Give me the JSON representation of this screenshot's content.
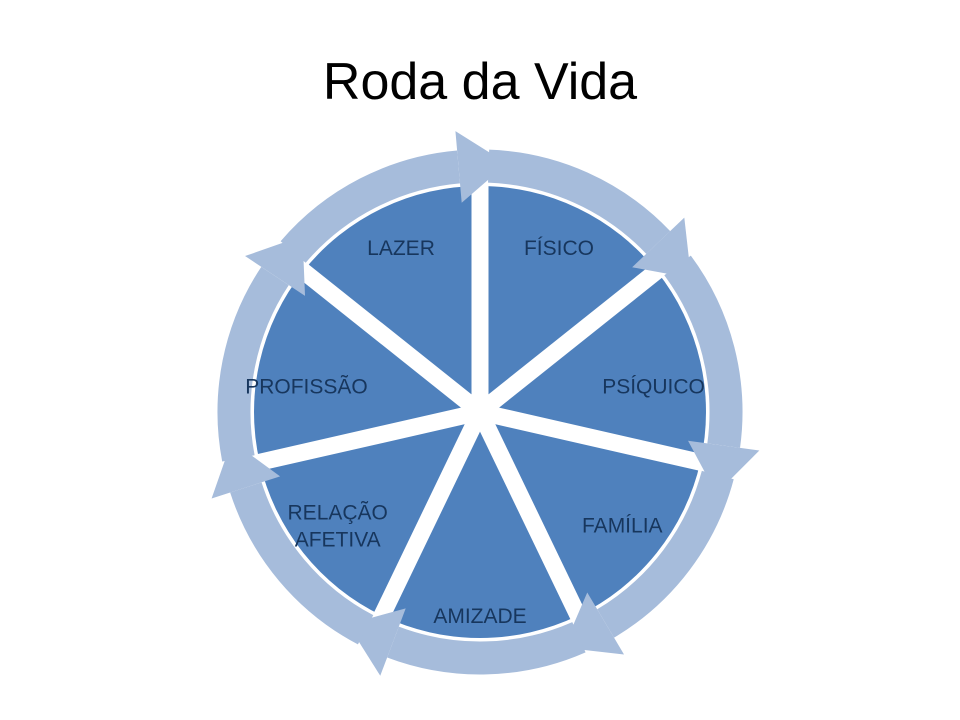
{
  "title": "Roda da Vida",
  "diagram": {
    "type": "cycle-wheel",
    "direction": "clockwise",
    "segments": [
      {
        "id": "fisico",
        "label": "FÍSICO"
      },
      {
        "id": "psiquico",
        "label": "PSÍQUICO"
      },
      {
        "id": "familia",
        "label": "FAMÍLIA"
      },
      {
        "id": "amizade",
        "label": "AMIZADE"
      },
      {
        "id": "relacao-afetiva",
        "label": "RELAÇÃO AFETIVA",
        "lines": [
          "RELAÇÃO",
          "AFETIVA"
        ]
      },
      {
        "id": "profissao",
        "label": "PROFISSÃO"
      },
      {
        "id": "lazer",
        "label": "LAZER"
      }
    ],
    "colors": {
      "wedge": "#4f81bd",
      "ring": "#a6bcdb",
      "label": "#17365d",
      "gap": "#ffffff",
      "background": "#ffffff"
    }
  }
}
